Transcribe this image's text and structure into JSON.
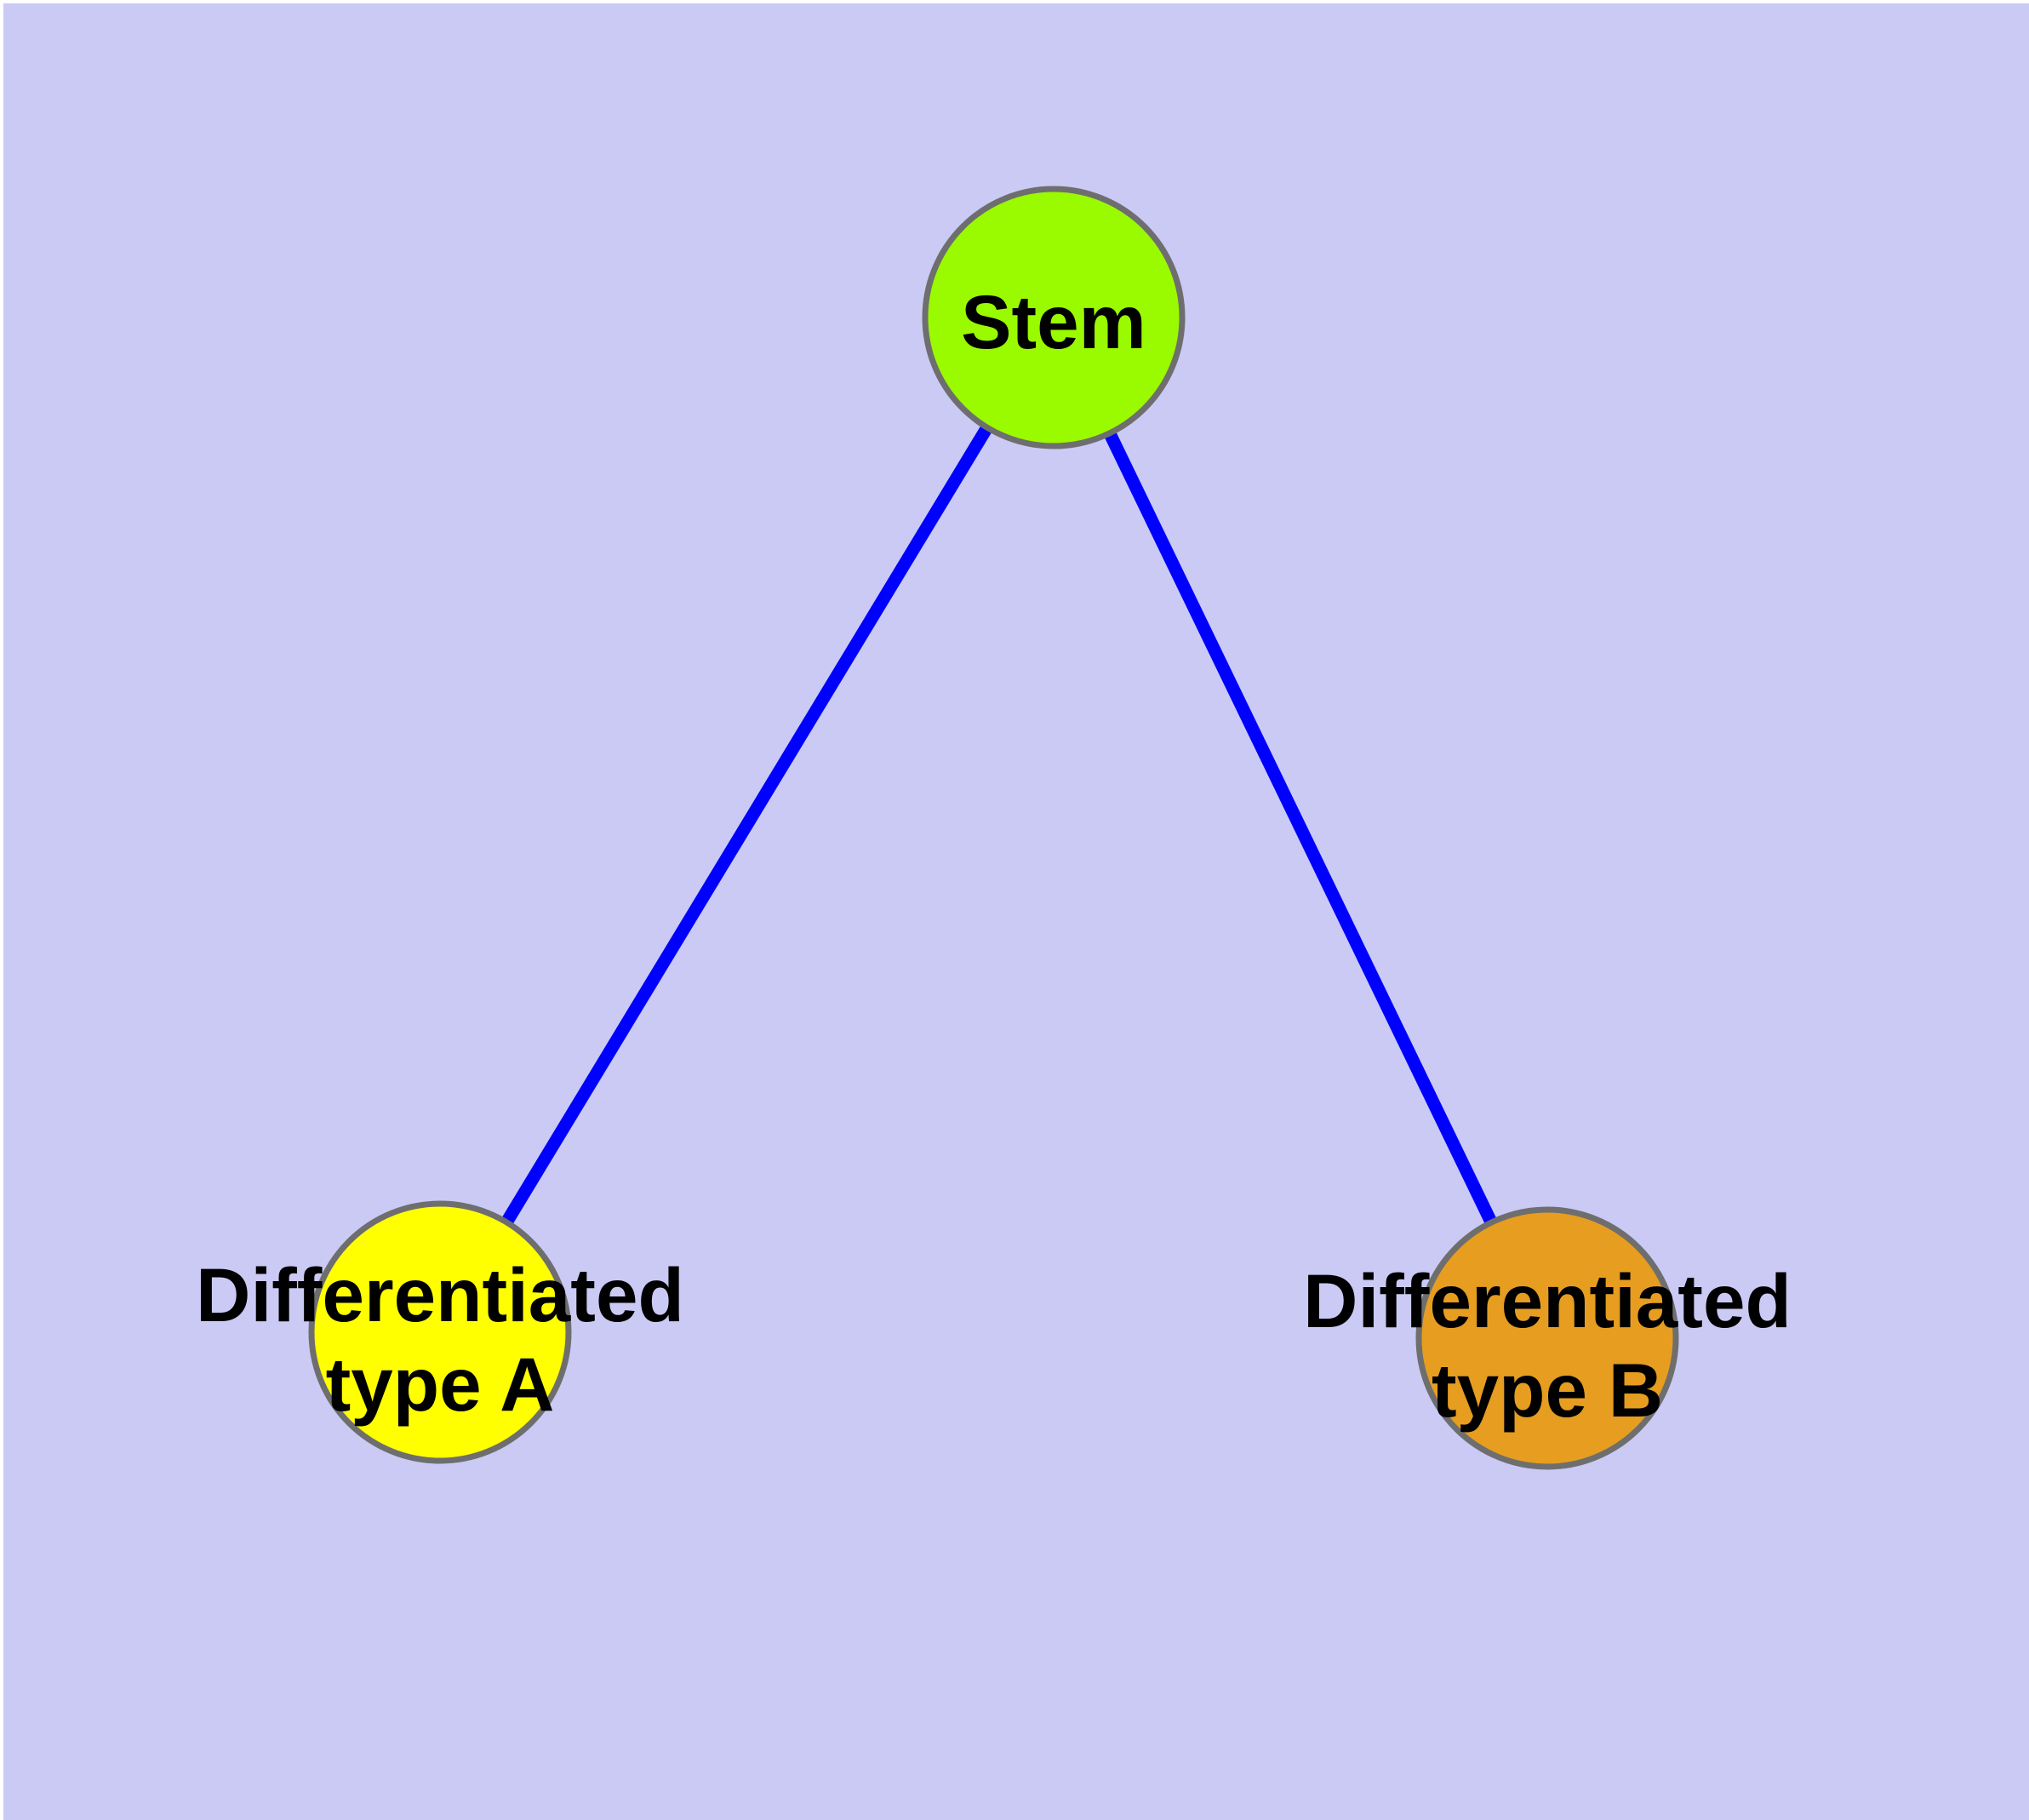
{
  "diagram": {
    "background_color": "#CACAF5",
    "frame_color": "#FFFFFF",
    "edge_color": "#0000FF",
    "node_border_color": "#6E6E6E",
    "text_color": "#000000",
    "nodes": {
      "stem": {
        "label": "Stem",
        "fill": "#9AFA00"
      },
      "type_a": {
        "label": "Differentiated type A",
        "line1": "Differentiated",
        "line2": "type A",
        "fill": "#FFFF00"
      },
      "type_b": {
        "label": "Differentiated type B",
        "line1": "Differentiated",
        "line2": "type B",
        "fill": "#E69D20"
      }
    },
    "edges": [
      {
        "from": "Stem",
        "to": "Differentiated type A"
      },
      {
        "from": "Stem",
        "to": "Differentiated type B"
      }
    ]
  }
}
